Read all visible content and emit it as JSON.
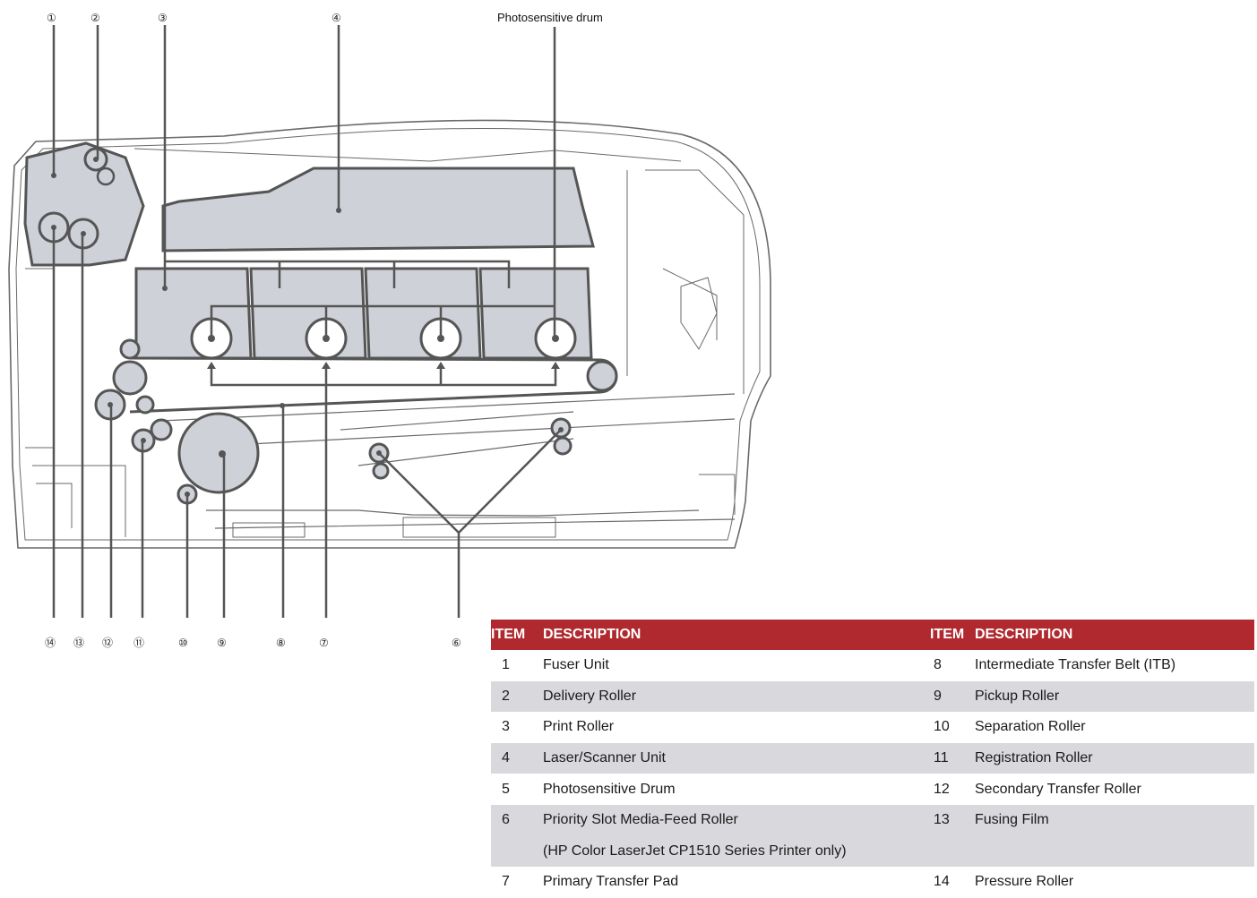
{
  "diagram": {
    "drum_caption": "Photosensitive drum",
    "callouts": [
      {
        "num": "1",
        "label": "①"
      },
      {
        "num": "2",
        "label": "②"
      },
      {
        "num": "3",
        "label": "③"
      },
      {
        "num": "4",
        "label": "④"
      },
      {
        "num": "6",
        "label": "⑥"
      },
      {
        "num": "7",
        "label": "⑦"
      },
      {
        "num": "8",
        "label": "⑧"
      },
      {
        "num": "9",
        "label": "⑨"
      },
      {
        "num": "10",
        "label": "⑩"
      },
      {
        "num": "11",
        "label": "⑪"
      },
      {
        "num": "12",
        "label": "⑫"
      },
      {
        "num": "13",
        "label": "⑬"
      },
      {
        "num": "14",
        "label": "⑭"
      }
    ]
  },
  "legend": {
    "header_item": "ITEM",
    "header_description": "DESCRIPTION",
    "rows": [
      {
        "left_item": "1",
        "left_desc": "Fuser Unit",
        "right_item": "8",
        "right_desc": "Intermediate Transfer Belt (ITB)"
      },
      {
        "left_item": "2",
        "left_desc": "Delivery Roller",
        "right_item": "9",
        "right_desc": "Pickup Roller"
      },
      {
        "left_item": "3",
        "left_desc": "Print Roller",
        "right_item": "10",
        "right_desc": "Separation Roller"
      },
      {
        "left_item": "4",
        "left_desc": "Laser/Scanner Unit",
        "right_item": "11",
        "right_desc": "Registration Roller"
      },
      {
        "left_item": "5",
        "left_desc": "Photosensitive Drum",
        "right_item": "12",
        "right_desc": "Secondary Transfer Roller"
      },
      {
        "left_item": "6",
        "left_desc": "Priority Slot Media-Feed Roller",
        "right_item": "13",
        "right_desc": "Fusing Film"
      },
      {
        "left_item": "",
        "left_desc": "(HP Color LaserJet CP1510 Series Printer only)",
        "right_item": "",
        "right_desc": ""
      },
      {
        "left_item": "7",
        "left_desc": "Primary Transfer Pad",
        "right_item": "14",
        "right_desc": "Pressure Roller"
      }
    ]
  }
}
